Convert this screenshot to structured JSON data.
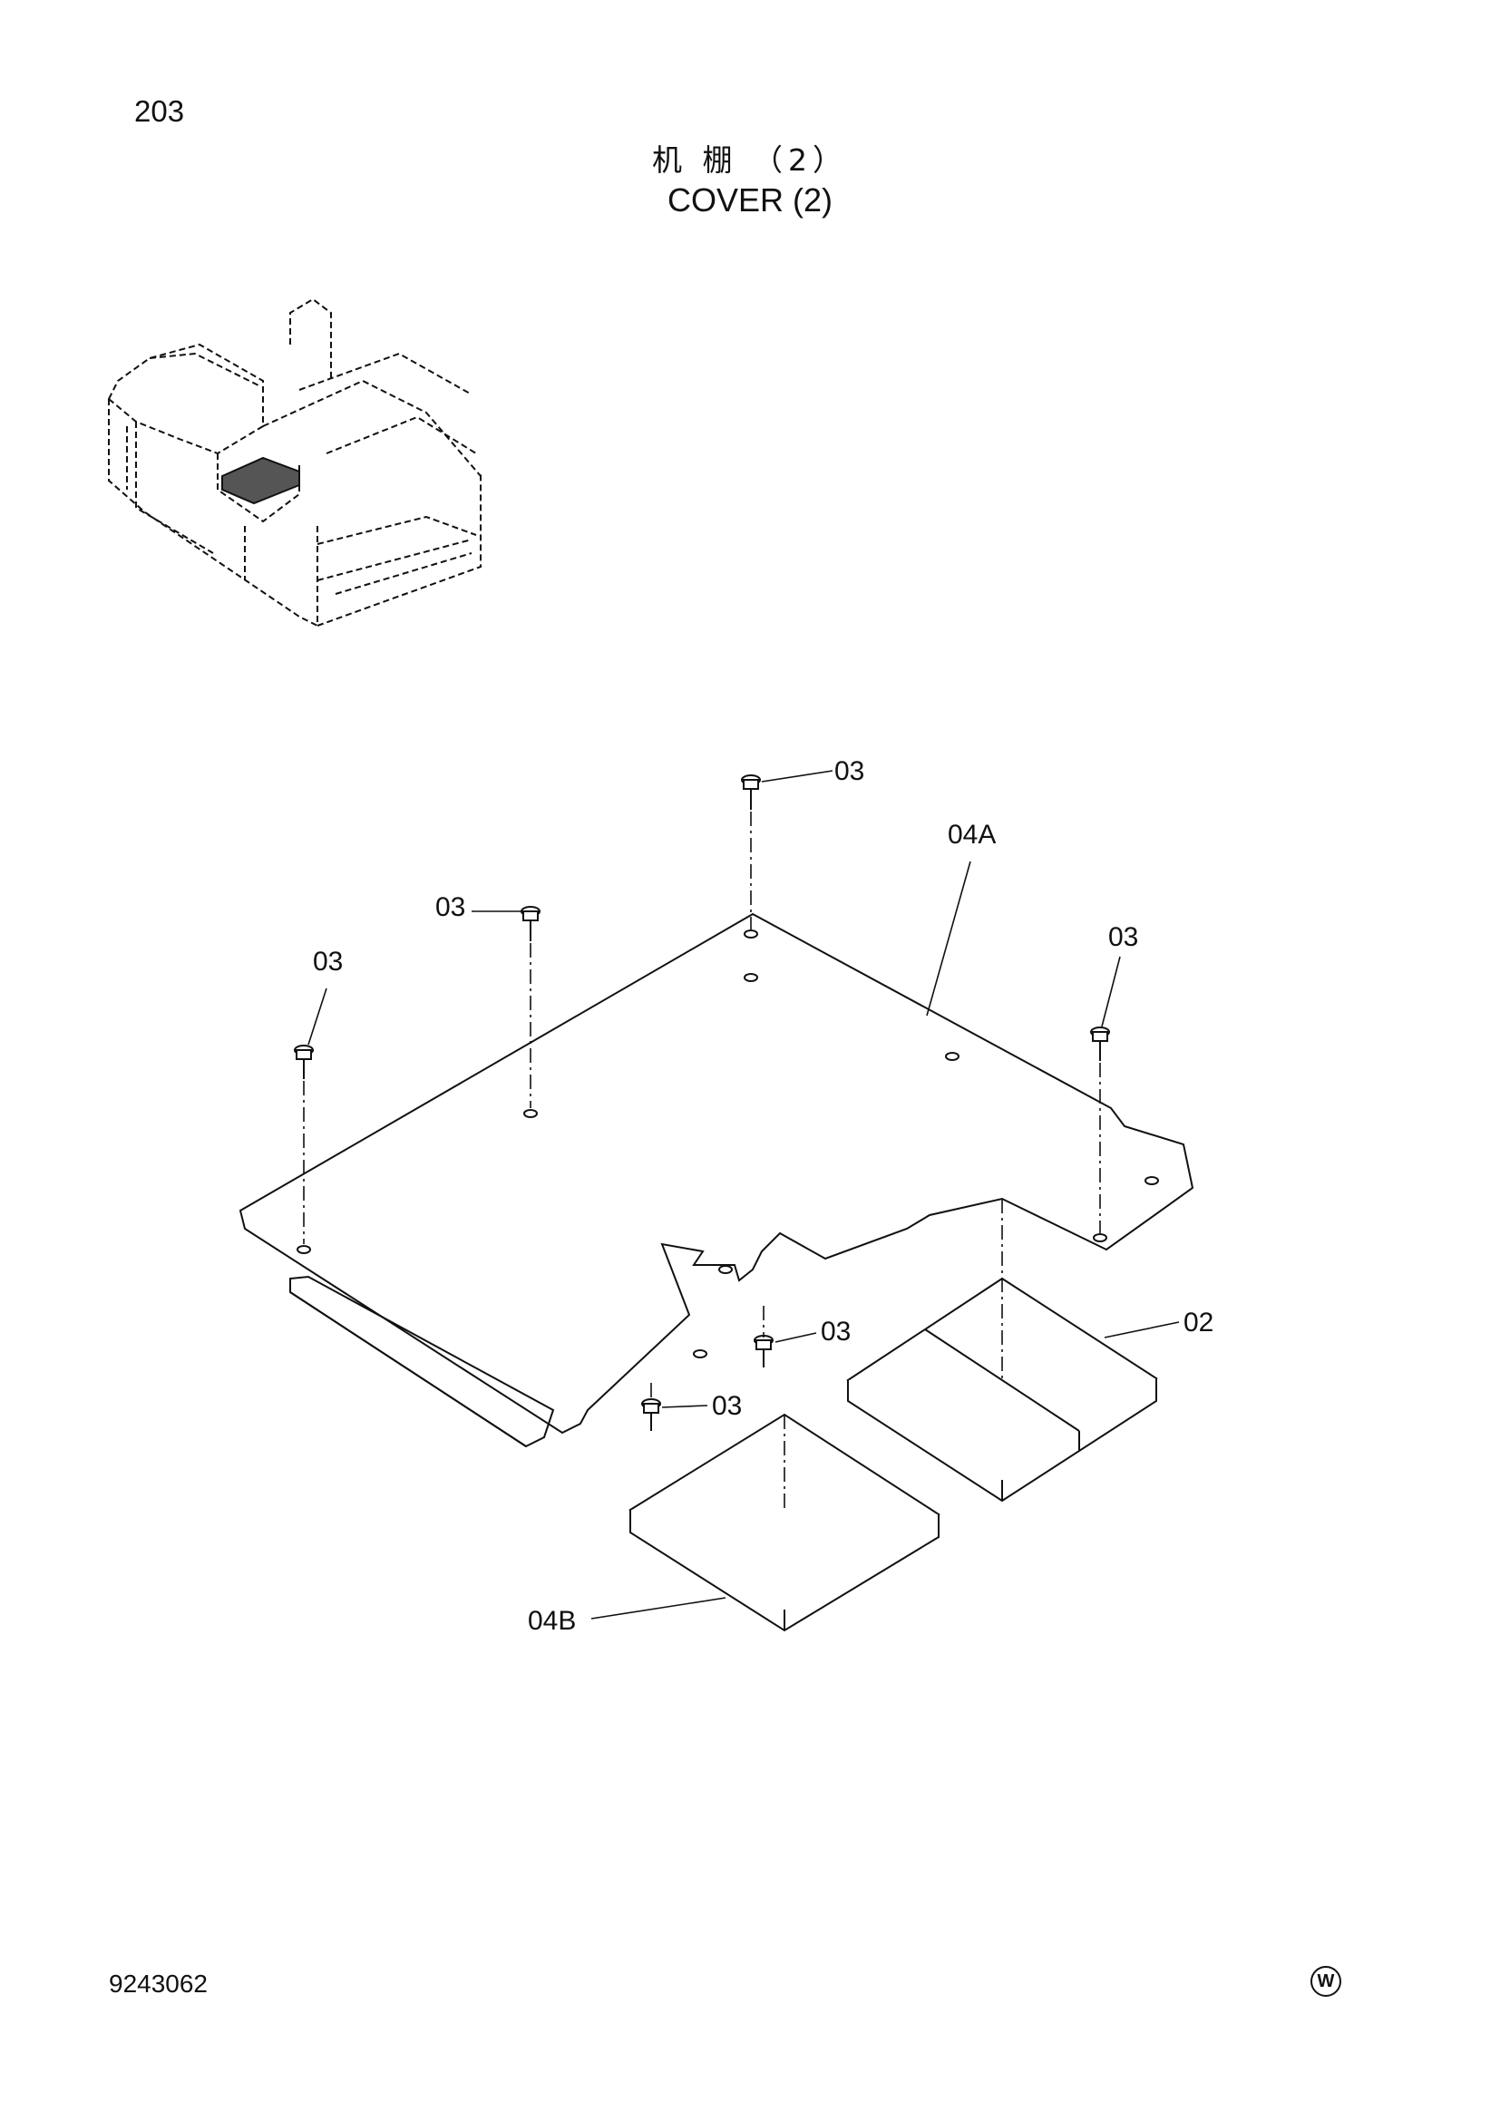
{
  "header": {
    "page_number": "203",
    "title_cn": "机 棚 （2）",
    "title_en": "COVER (2)"
  },
  "footer": {
    "drawing_number": "9243062",
    "mark": "W"
  },
  "callouts": {
    "top_bolt": "03",
    "upper_left_bolt": "03",
    "left_bolt": "03",
    "right_bolt": "03",
    "cover_plate": "04A",
    "mat_right": "02",
    "front_bolt_1": "03",
    "front_bolt_2": "03",
    "mat_front": "04B"
  }
}
